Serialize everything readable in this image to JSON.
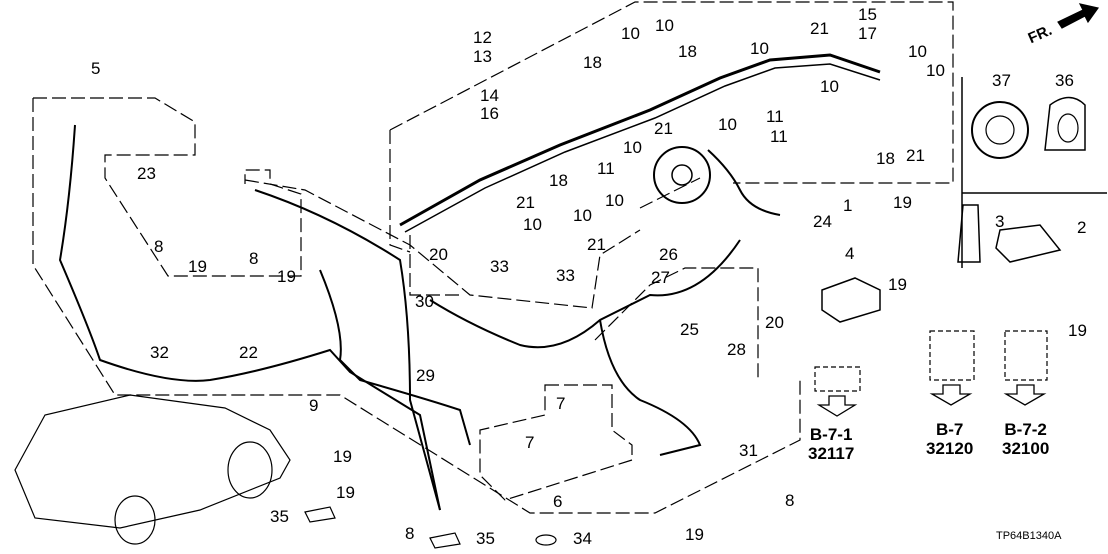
{
  "diagram": {
    "code": "TP64B1340A",
    "front_marker": "FR.",
    "callouts": {
      "c1": "1",
      "c2": "2",
      "c3": "3",
      "c4": "4",
      "c5": "5",
      "c6": "6",
      "c7a": "7",
      "c7b": "7",
      "c8a": "8",
      "c8b": "8",
      "c8c": "8",
      "c8d": "8",
      "c9": "9",
      "c10a": "10",
      "c10b": "10",
      "c10c": "10",
      "c10d": "10",
      "c10e": "10",
      "c10f": "10",
      "c10g": "10",
      "c10h": "10",
      "c10i": "10",
      "c10j": "10",
      "c10k": "10",
      "c11a": "11",
      "c11b": "11",
      "c11c": "11",
      "c12": "12",
      "c13": "13",
      "c14": "14",
      "c15": "15",
      "c16": "16",
      "c17": "17",
      "c18a": "18",
      "c18b": "18",
      "c18c": "18",
      "c18d": "18",
      "c19a": "19",
      "c19b": "19",
      "c19c": "19",
      "c19d": "19",
      "c19e": "19",
      "c19f": "19",
      "c19g": "19",
      "c19h": "19",
      "c20a": "20",
      "c20b": "20",
      "c21a": "21",
      "c21b": "21",
      "c21c": "21",
      "c21d": "21",
      "c21e": "21",
      "c22": "22",
      "c23": "23",
      "c24": "24",
      "c25": "25",
      "c26": "26",
      "c27": "27",
      "c28": "28",
      "c29": "29",
      "c30": "30",
      "c31": "31",
      "c32": "32",
      "c33a": "33",
      "c33b": "33",
      "c34": "34",
      "c35a": "35",
      "c35b": "35",
      "c36": "36",
      "c37": "37"
    },
    "references": [
      {
        "section": "B-7-1",
        "part": "32117"
      },
      {
        "section": "B-7",
        "part": "32120"
      },
      {
        "section": "B-7-2",
        "part": "32100"
      }
    ]
  }
}
